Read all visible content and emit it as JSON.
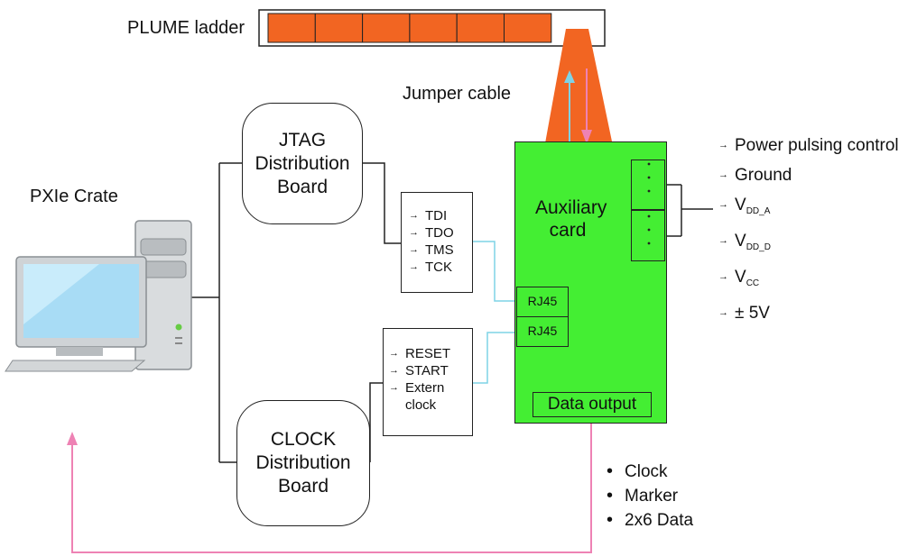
{
  "ladder": {
    "label": "PLUME ladder",
    "chip_count": 6,
    "chip_color": "#f26522"
  },
  "jumper": {
    "label": "Jumper cable",
    "color": "#f26522"
  },
  "pxie": {
    "label": "PXIe Crate"
  },
  "jtag_board": {
    "lines": [
      "JTAG",
      "Distribution",
      "Board"
    ]
  },
  "clock_board": {
    "lines": [
      "CLOCK",
      "Distribution",
      "Board"
    ]
  },
  "jtag_signals": [
    "TDI",
    "TDO",
    "TMS",
    "TCK"
  ],
  "clock_signals": [
    "RESET",
    "START",
    "Extern",
    "clock"
  ],
  "aux_card": {
    "lines": [
      "Auxiliary",
      "card"
    ],
    "color": "#44ee33",
    "rj45_top": "RJ45",
    "rj45_bottom": "RJ45",
    "data_output": "Data output"
  },
  "power_items": [
    {
      "main": "Power pulsing control",
      "sub": ""
    },
    {
      "main": "Ground",
      "sub": ""
    },
    {
      "main": "V",
      "sub": "DD_A"
    },
    {
      "main": "V",
      "sub": "DD_D"
    },
    {
      "main": "V",
      "sub": "CC"
    },
    {
      "main": "± 5V",
      "sub": ""
    }
  ],
  "data_items": [
    "Clock",
    "Marker",
    "2x6 Data"
  ],
  "colors": {
    "link_cyan": "#7fd3e6",
    "return_pink": "#ee82b4",
    "line": "#222222"
  }
}
